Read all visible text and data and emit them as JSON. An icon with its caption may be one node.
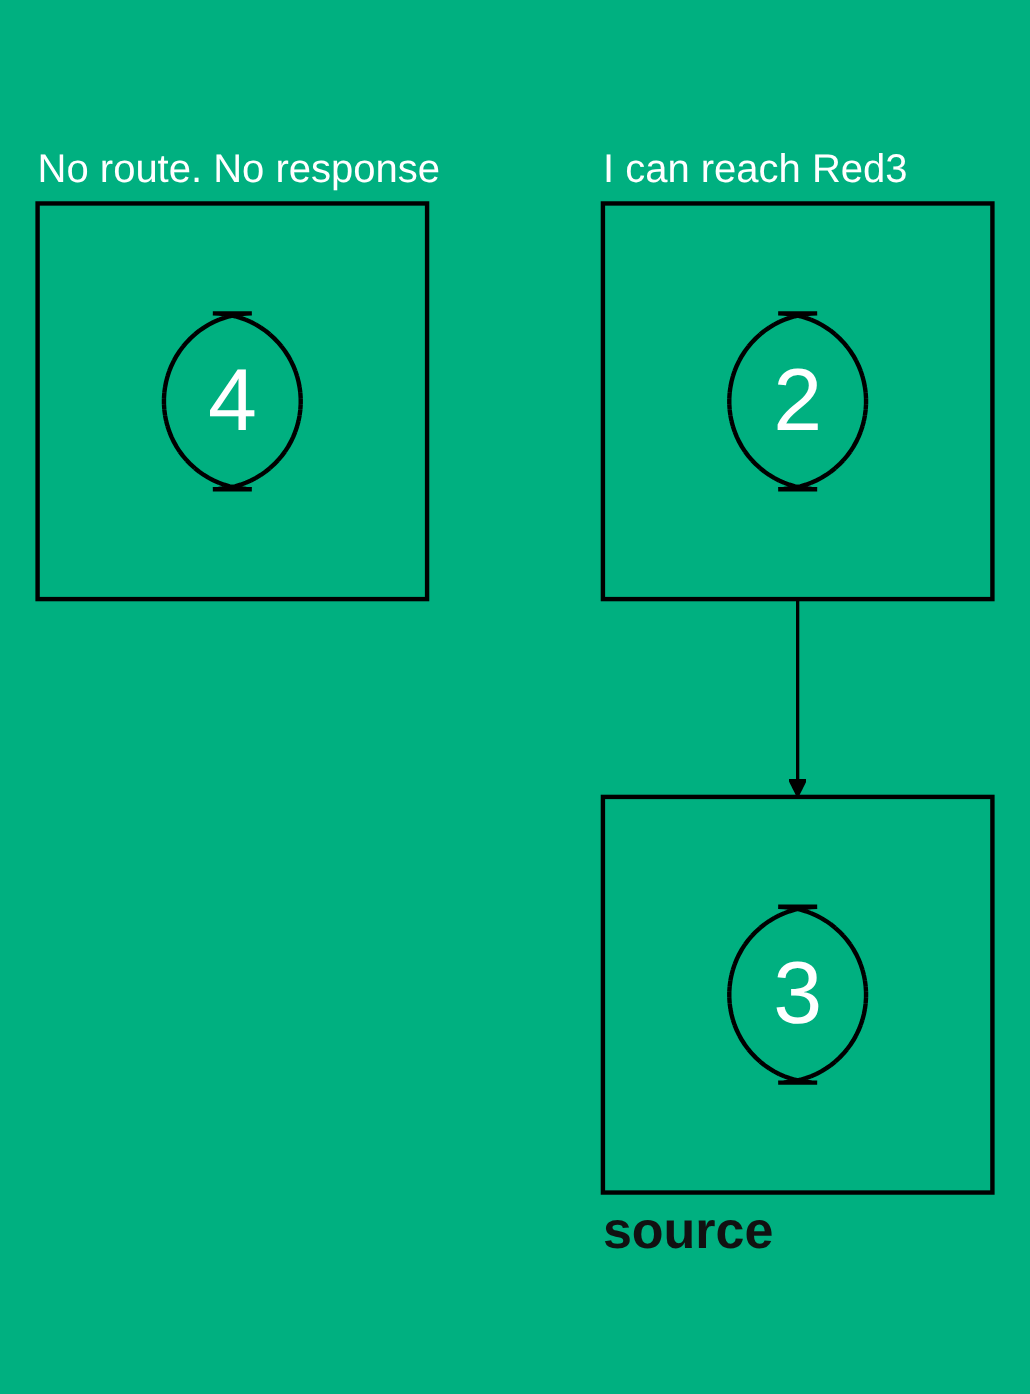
{
  "diagram": {
    "nodes": [
      {
        "text": [],
        "shape": "box",
        "beside": [
          "I can reach Red3"
        ]
      },
      {
        "text": [
          "2"
        ],
        "in": 0
      },
      {
        "text": [],
        "shape": "box",
        "beside": [
          "source"
        ]
      },
      {
        "text": [
          "3"
        ],
        "in": 2
      },
      {
        "text": [],
        "shape": "box",
        "beside": [
          "No route. No response"
        ]
      },
      {
        "text": [
          "4"
        ],
        "in": 4
      }
    ],
    "edges": [
      {
        "from": 0,
        "to": 2,
        "arrow": "to"
      }
    ]
  }
}
